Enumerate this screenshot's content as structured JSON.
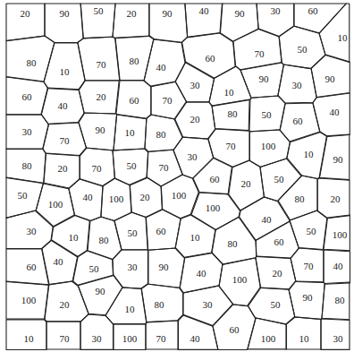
{
  "diagram": {
    "nodes": [
      {
        "text": [
          "20"
        ]
      },
      {
        "text": [
          "90"
        ]
      },
      {
        "text": [
          "50"
        ]
      },
      {
        "text": [
          "20"
        ]
      },
      {
        "text": [
          "90"
        ]
      },
      {
        "text": [
          "40"
        ]
      },
      {
        "text": [
          "90"
        ]
      },
      {
        "text": [
          "30"
        ]
      },
      {
        "text": [
          "60"
        ]
      },
      {
        "text": [
          "10"
        ]
      },
      {
        "text": [
          "50"
        ]
      },
      {
        "text": [
          "70"
        ]
      },
      {
        "text": [
          "80"
        ]
      },
      {
        "text": [
          "10"
        ]
      },
      {
        "text": [
          "70"
        ]
      },
      {
        "text": [
          "80"
        ]
      },
      {
        "text": [
          "40"
        ]
      },
      {
        "text": [
          "60"
        ]
      },
      {
        "text": [
          "10"
        ]
      },
      {
        "text": [
          "90"
        ]
      },
      {
        "text": [
          "30"
        ]
      },
      {
        "text": [
          "90"
        ]
      },
      {
        "text": [
          "60"
        ]
      },
      {
        "text": [
          "40"
        ]
      },
      {
        "text": [
          "20"
        ]
      },
      {
        "text": [
          "60"
        ]
      },
      {
        "text": [
          "70"
        ]
      },
      {
        "text": [
          "30"
        ]
      },
      {
        "text": [
          "20"
        ]
      },
      {
        "text": [
          "80"
        ]
      },
      {
        "text": [
          "50"
        ]
      },
      {
        "text": [
          "60"
        ]
      },
      {
        "text": [
          "40"
        ]
      },
      {
        "text": [
          "30"
        ]
      },
      {
        "text": [
          "70"
        ]
      },
      {
        "text": [
          "90"
        ]
      },
      {
        "text": [
          "10"
        ]
      },
      {
        "text": [
          "80"
        ]
      },
      {
        "text": [
          "70"
        ]
      },
      {
        "text": [
          "100"
        ]
      },
      {
        "text": [
          "10"
        ]
      },
      {
        "text": [
          "90"
        ]
      },
      {
        "text": [
          "30"
        ]
      },
      {
        "text": [
          "80"
        ]
      },
      {
        "text": [
          "20"
        ]
      },
      {
        "text": [
          "70"
        ]
      },
      {
        "text": [
          "50"
        ]
      },
      {
        "text": [
          "70"
        ]
      },
      {
        "text": [
          "60"
        ]
      },
      {
        "text": [
          "20"
        ]
      },
      {
        "text": [
          "50"
        ]
      },
      {
        "text": [
          "50"
        ]
      },
      {
        "text": [
          "100"
        ]
      },
      {
        "text": [
          "40"
        ]
      },
      {
        "text": [
          "100"
        ]
      },
      {
        "text": [
          "20"
        ]
      },
      {
        "text": [
          "100"
        ]
      },
      {
        "text": [
          "100"
        ]
      },
      {
        "text": [
          "80"
        ]
      },
      {
        "text": [
          "20"
        ]
      },
      {
        "text": [
          "30"
        ]
      },
      {
        "text": [
          "10"
        ]
      },
      {
        "text": [
          "80"
        ]
      },
      {
        "text": [
          "50"
        ]
      },
      {
        "text": [
          "60"
        ]
      },
      {
        "text": [
          "10"
        ]
      },
      {
        "text": [
          "80"
        ]
      },
      {
        "text": [
          "40"
        ]
      },
      {
        "text": [
          "60"
        ]
      },
      {
        "text": [
          "50"
        ]
      },
      {
        "text": [
          "100"
        ]
      },
      {
        "text": [
          "60"
        ]
      },
      {
        "text": [
          "40"
        ]
      },
      {
        "text": [
          "50"
        ]
      },
      {
        "text": [
          "30"
        ]
      },
      {
        "text": [
          "90"
        ]
      },
      {
        "text": [
          "40"
        ]
      },
      {
        "text": [
          "100"
        ]
      },
      {
        "text": [
          "20"
        ]
      },
      {
        "text": [
          "70"
        ]
      },
      {
        "text": [
          "40"
        ]
      },
      {
        "text": [
          "100"
        ]
      },
      {
        "text": [
          "20"
        ]
      },
      {
        "text": [
          "90"
        ]
      },
      {
        "text": [
          "10"
        ]
      },
      {
        "text": [
          "80"
        ]
      },
      {
        "text": [
          "30"
        ]
      },
      {
        "text": [
          "50"
        ]
      },
      {
        "text": [
          "90"
        ]
      },
      {
        "text": [
          "80"
        ]
      },
      {
        "text": [
          "10"
        ]
      },
      {
        "text": [
          "70"
        ]
      },
      {
        "text": [
          "30"
        ]
      },
      {
        "text": [
          "100"
        ]
      },
      {
        "text": [
          "70"
        ]
      },
      {
        "text": [
          "40"
        ]
      },
      {
        "text": [
          "60"
        ]
      },
      {
        "text": [
          "100"
        ]
      },
      {
        "text": [
          "10"
        ]
      },
      {
        "text": [
          "30"
        ]
      }
    ]
  }
}
